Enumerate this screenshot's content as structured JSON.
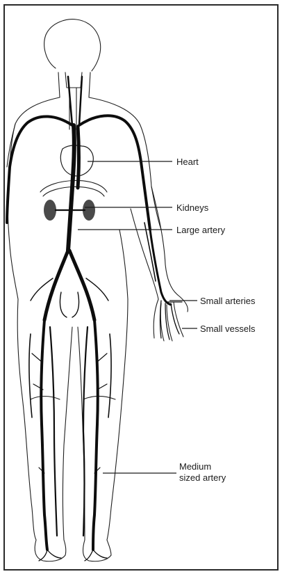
{
  "labels": {
    "heart": "Heart",
    "kidneys": "Kidneys",
    "large_artery": "Large artery",
    "small_arteries": "Small arteries",
    "small_vessels": "Small vessels",
    "medium_artery_line1": "Medium",
    "medium_artery_line2": "sized artery"
  },
  "colors": {
    "ink": "#0d0d0d",
    "kidney": "#4a4a4a",
    "border": "#2a2a2a"
  }
}
